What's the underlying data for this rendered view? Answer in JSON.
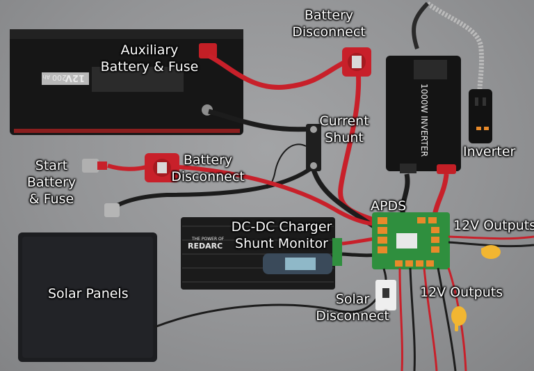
{
  "labels": {
    "aux_battery_line1": "Auxiliary",
    "aux_battery_line2": "Battery & Fuse",
    "battery_disconnect_top_line1": "Battery",
    "battery_disconnect_top_line2": "Disconnect",
    "current_shunt_line1": "Current",
    "current_shunt_line2": "Shunt",
    "inverter": "Inverter",
    "start_battery_line1": "Start",
    "start_battery_line2": "Battery",
    "start_battery_line3": "& Fuse",
    "battery_disconnect_mid_line1": "Battery",
    "battery_disconnect_mid_line2": "Disconnect",
    "apds": "APDS",
    "outputs_right": "12V Outputs",
    "charger_line1": "DC-DC Charger",
    "charger_line2": "Shunt Monitor",
    "solar_panels": "Solar Panels",
    "solar_disconnect_line1": "Solar",
    "solar_disconnect_line2": "Disconnect",
    "outputs_bottom": "12V Outputs"
  },
  "device_text": {
    "battery_voltage": "12V",
    "battery_capacity": "200",
    "battery_unit": "Ah",
    "inverter_model": "1000W INVERTER",
    "charger_tagline": "THE POWER OF",
    "charger_brand": "REDARC"
  },
  "colors": {
    "cable_red": "#c8202a",
    "cable_black": "#1c1c1c",
    "apds_board": "#2f8f3e",
    "connector_orange": "#e88a2a"
  }
}
